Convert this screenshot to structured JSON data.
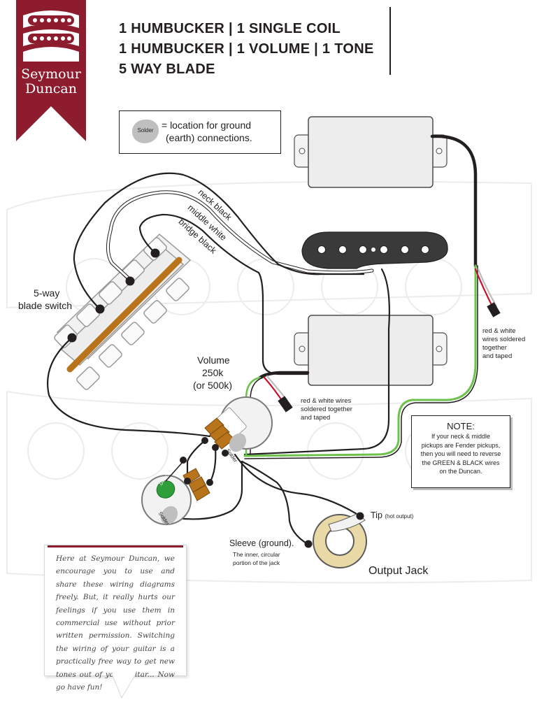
{
  "brand": {
    "line1": "Seymour",
    "line2": "Duncan",
    "color": "#8c1c2e"
  },
  "header": {
    "line1": "1 HUMBUCKER | 1 SINGLE COIL",
    "line2": "1 HUMBUCKER | 1 VOLUME | 1 TONE",
    "line3": "5 WAY BLADE"
  },
  "legend": {
    "badge": "Solder",
    "line1": "= location for ground",
    "line2": "(earth) connections."
  },
  "wire_labels": {
    "neck": "neck black",
    "middle": "middle white",
    "bridge": "bridge black"
  },
  "switch_label": {
    "line1": "5-way",
    "line2": "blade switch"
  },
  "volume_label": {
    "line1": "Volume",
    "line2": "250k",
    "line3": "(or 500k)"
  },
  "tap_note_upper": {
    "line1": "red & white",
    "line2": "wires soldered",
    "line3": "together",
    "line4": "and taped"
  },
  "tap_note_lower": {
    "line1": "red & white wires",
    "line2": "soldered together",
    "line3": "and taped"
  },
  "note": {
    "title": "NOTE:",
    "line1": "If your neck & middle",
    "line2": "pickups are Fender pickups,",
    "line3": "then you will need to reverse",
    "line4": "the GREEN & BLACK wires",
    "line5": "on the Duncan."
  },
  "tone_cap_label": ".047 cap",
  "solder_badge": "Solder",
  "jack": {
    "tip_label": "Tip",
    "tip_note": "(hot output)",
    "sleeve_label": "Sleeve (ground).",
    "sleeve_note1": "The inner, circular",
    "sleeve_note2": "portion of the jack",
    "title": "Output Jack"
  },
  "message": "Here at Seymour Duncan, we encourage you to use and share these wiring diagrams freely. But, it really hurts our feelings if you use them in commercial use without prior written permission. Switching the wiring of your guitar is a practically free way to get new tones out of your guitar... Now go have fun!",
  "colors": {
    "ground_wire": "#6cc24a",
    "wire": "#231f20",
    "switch_bar": "#b8741a",
    "cap": "#2e9e3a",
    "jack_ring": "#e9d9a6"
  }
}
